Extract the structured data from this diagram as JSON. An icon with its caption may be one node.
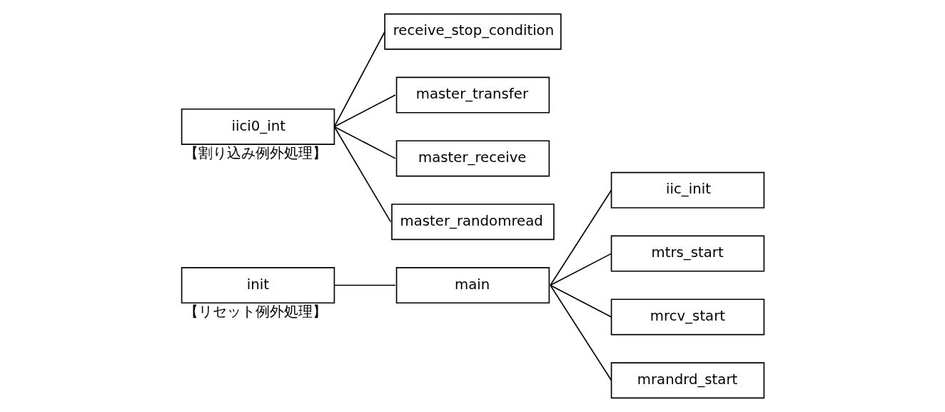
{
  "diagram": {
    "nodes": [
      {
        "text": [
          "init"
        ],
        "beside": [
          "【リセット例外処理】"
        ]
      },
      {
        "text": [
          "main"
        ]
      },
      {
        "text": [
          "iic_init"
        ]
      },
      {
        "text": [
          "mtrs_start"
        ]
      },
      {
        "text": [
          "mrcv_start"
        ]
      },
      {
        "text": [
          "mrandrd_start"
        ]
      },
      {
        "text": [
          "iici0_int"
        ],
        "beside": [
          "【割り込み例外処理】"
        ]
      },
      {
        "text": [
          "receive_stop_condition"
        ]
      },
      {
        "text": [
          "master_transfer"
        ]
      },
      {
        "text": [
          "master_receive"
        ]
      },
      {
        "text": [
          "master_randomread"
        ]
      }
    ],
    "edges": [
      {
        "from": 0,
        "to": 1,
        "arrow": "none"
      },
      {
        "from": 1,
        "to": 2,
        "arrow": "none"
      },
      {
        "from": 1,
        "to": 3,
        "arrow": "none"
      },
      {
        "from": 1,
        "to": 4,
        "arrow": "none"
      },
      {
        "from": 1,
        "to": 5,
        "arrow": "none"
      },
      {
        "from": 6,
        "to": 7,
        "arrow": "none"
      },
      {
        "from": 6,
        "to": 8,
        "arrow": "none"
      },
      {
        "from": 6,
        "to": 9,
        "arrow": "none"
      },
      {
        "from": 6,
        "to": 10,
        "arrow": "none"
      }
    ]
  }
}
